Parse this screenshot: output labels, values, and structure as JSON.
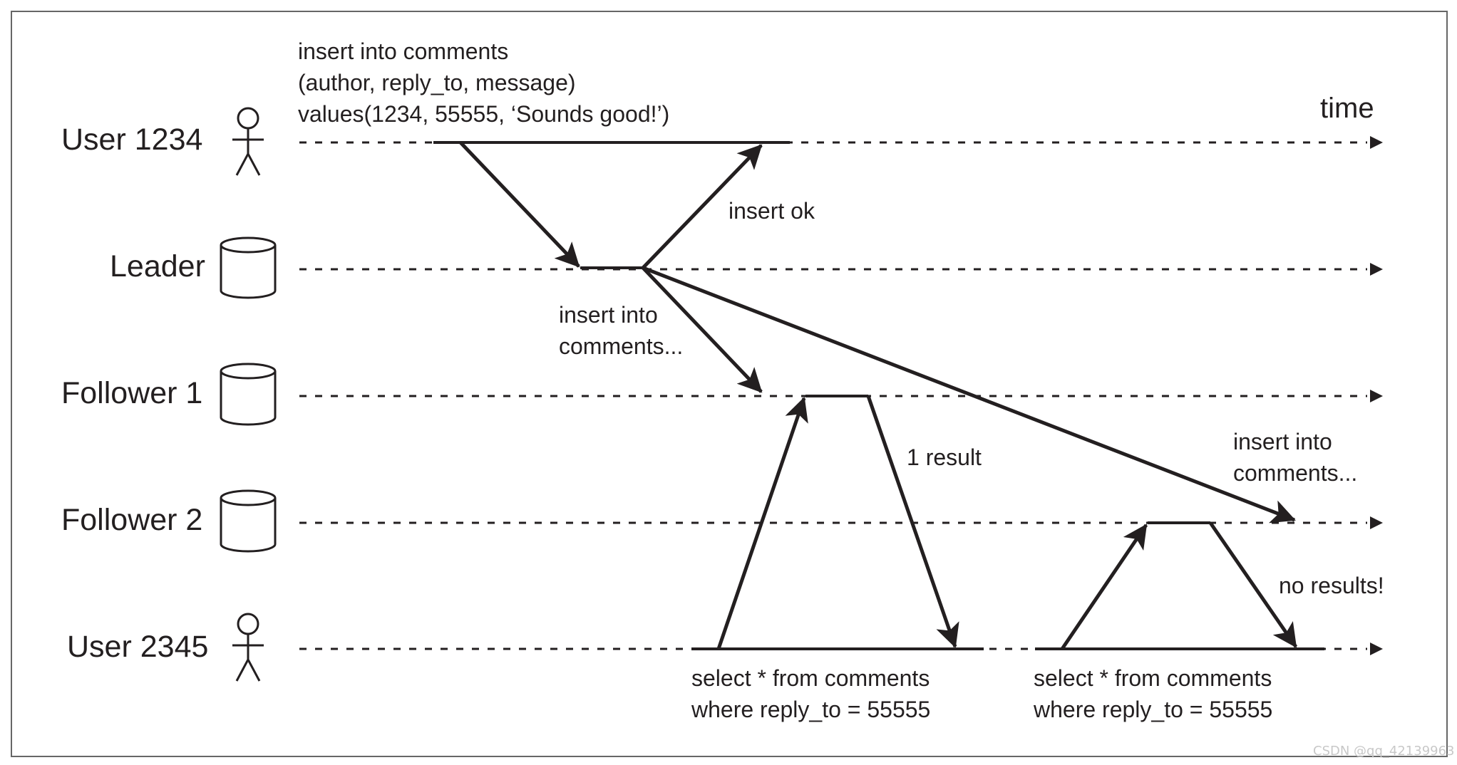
{
  "diagram": {
    "time_label": "time",
    "rows": [
      {
        "id": "user1234",
        "label": "User 1234",
        "icon": "person-icon"
      },
      {
        "id": "leader",
        "label": "Leader",
        "icon": "database-icon"
      },
      {
        "id": "follower1",
        "label": "Follower 1",
        "icon": "database-icon"
      },
      {
        "id": "follower2",
        "label": "Follower 2",
        "icon": "database-icon"
      },
      {
        "id": "user2345",
        "label": "User 2345",
        "icon": "person-icon"
      }
    ],
    "notes": {
      "insert_statement": [
        "insert into comments",
        "(author, reply_to, message)",
        "values(1234, 55555, ‘Sounds good!’)"
      ],
      "insert_ok": "insert ok",
      "replicate_follower1": [
        "insert into",
        "comments..."
      ],
      "replicate_follower2": [
        "insert into",
        "comments..."
      ],
      "one_result": "1 result",
      "no_results": "no results!",
      "select_first": [
        "select * from comments",
        "where reply_to = 55555"
      ],
      "select_second": [
        "select * from comments",
        "where reply_to = 55555"
      ]
    }
  },
  "watermark": "CSDN @qq_42139963",
  "colors": {
    "ink": "#231f20",
    "frame": "#666666",
    "watermark": "#c8c8c8"
  }
}
